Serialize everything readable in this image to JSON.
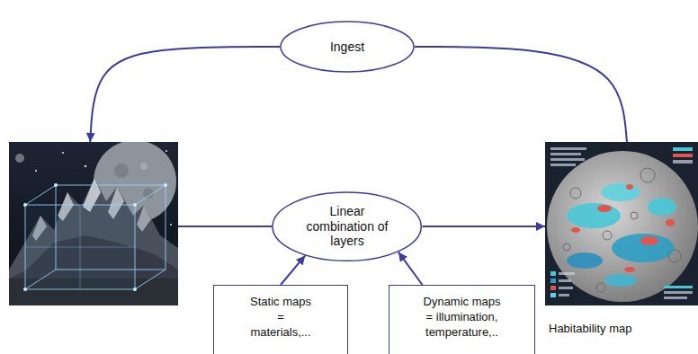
{
  "diagram": {
    "nodes": [
      {
        "text": [
          "Ingest"
        ]
      },
      {
        "text": []
      },
      {
        "text": [
          "Linear combination of layers"
        ]
      },
      {
        "text": [
          "Habitability map"
        ]
      },
      {
        "text": [
          "Static maps = materials,..."
        ]
      },
      {
        "text": [
          "Dynamic maps = illumination, temperature,.."
        ]
      }
    ],
    "edges": [
      {
        "from": 3,
        "to": 0,
        "arrow": "none"
      },
      {
        "from": 0,
        "to": 1,
        "arrow": "to"
      },
      {
        "from": 1,
        "to": 2,
        "arrow": "none"
      },
      {
        "from": 2,
        "to": 3,
        "arrow": "to"
      },
      {
        "from": 4,
        "to": 2,
        "arrow": "to"
      },
      {
        "from": 5,
        "to": 2,
        "arrow": "to"
      }
    ]
  }
}
